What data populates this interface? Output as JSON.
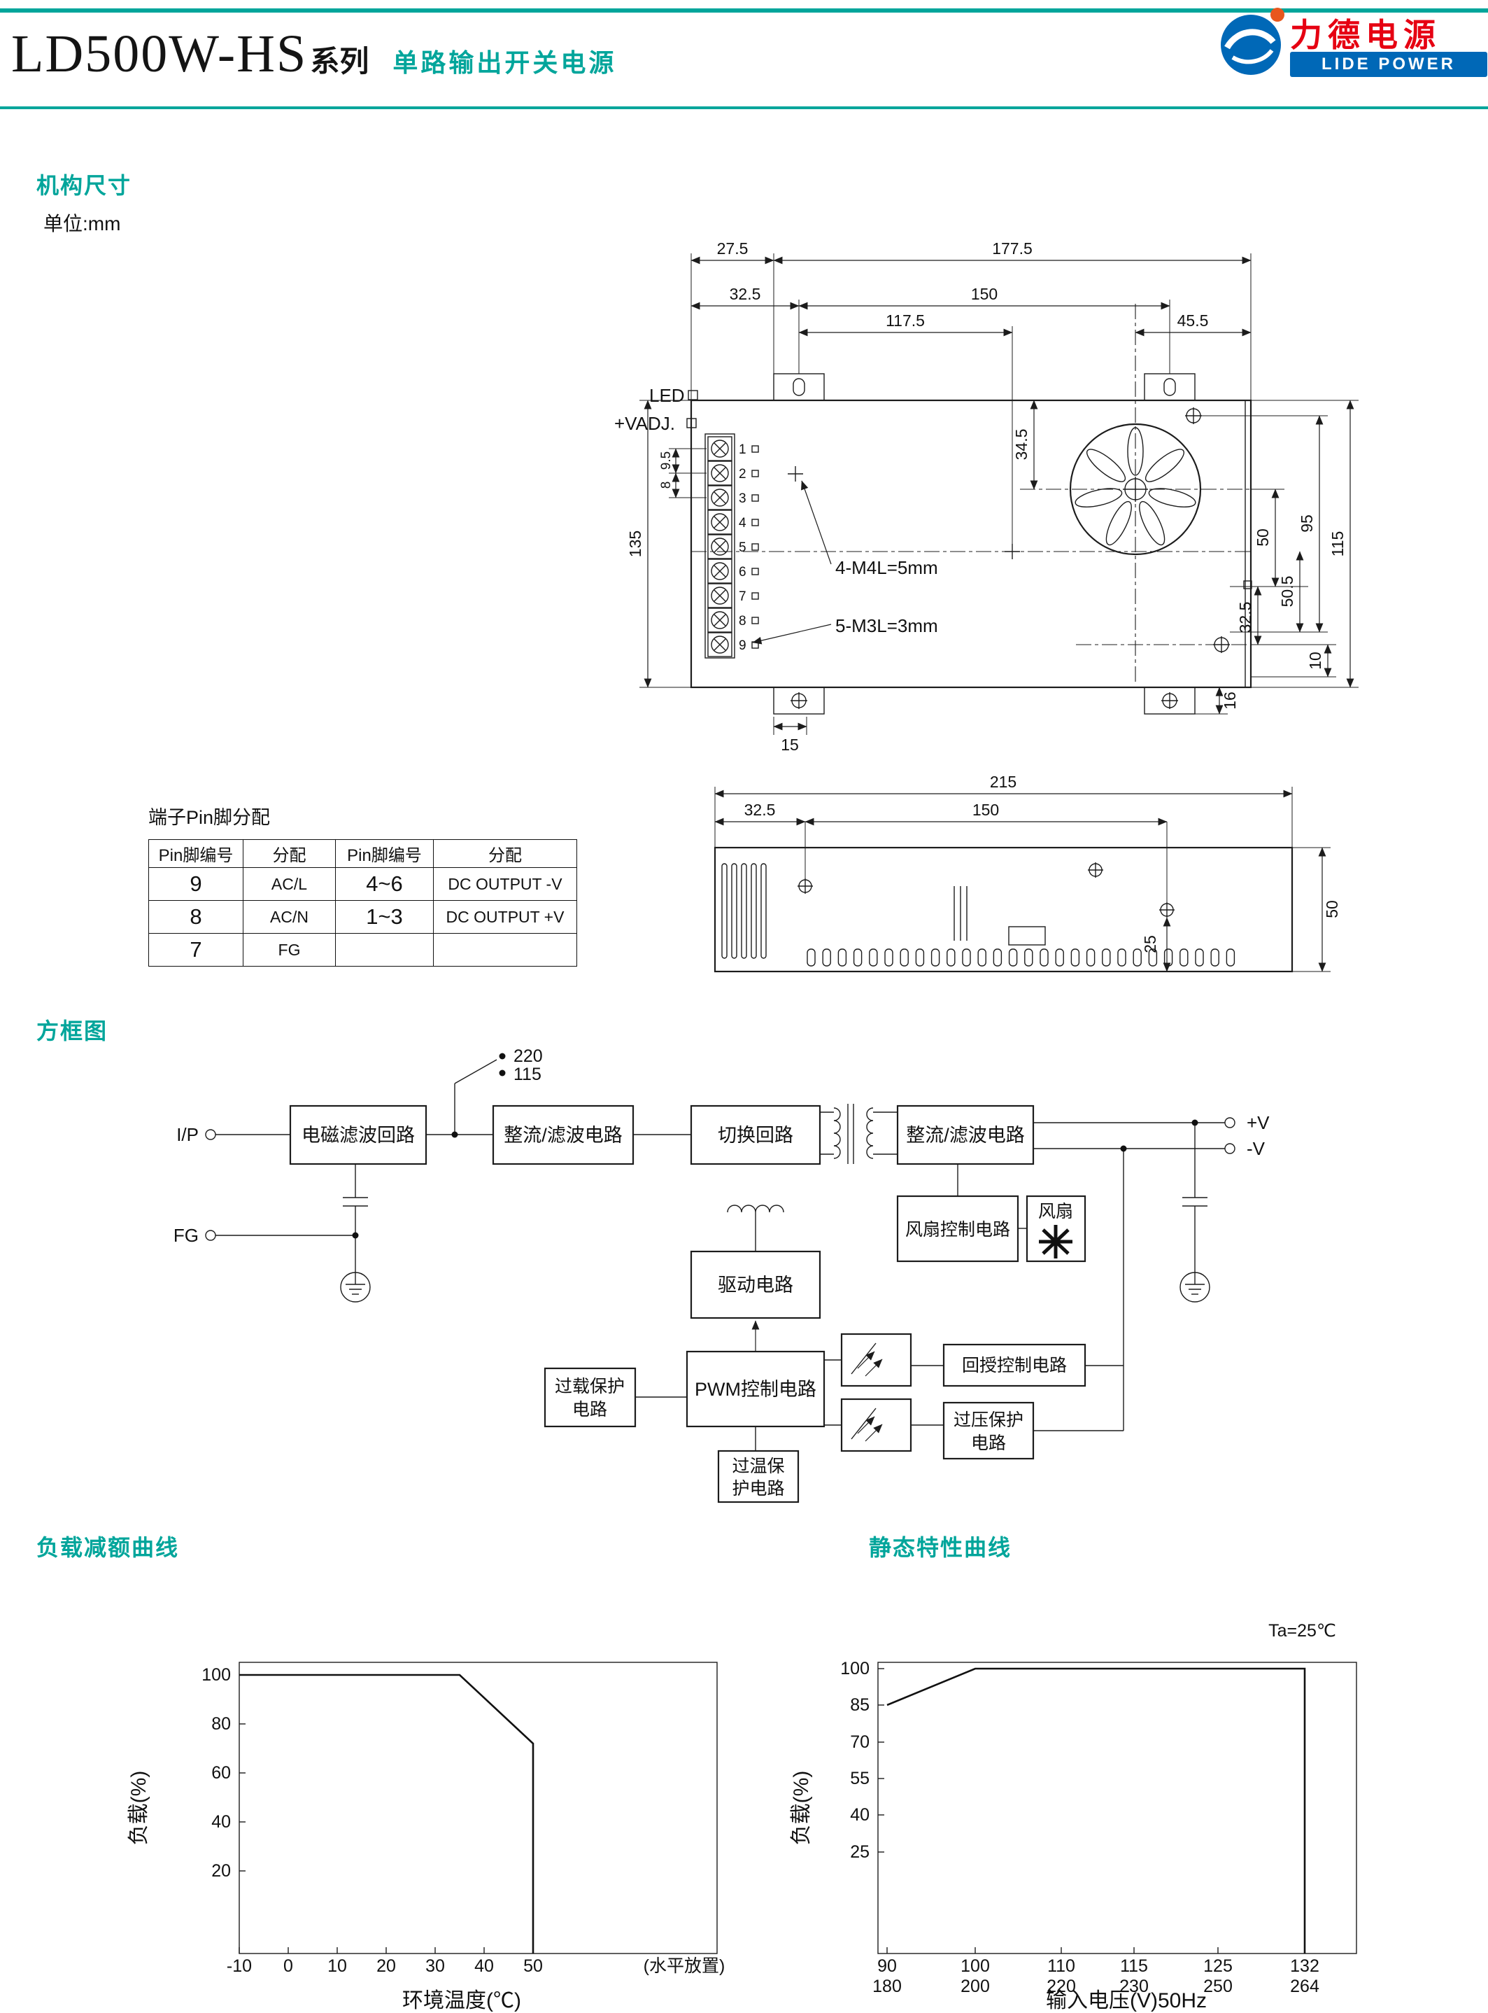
{
  "colors": {
    "teal": "#00A59B",
    "red": "#E60012",
    "blue": "#0068B7",
    "line": "#1c1c1c"
  },
  "header": {
    "model": "LD500W-HS",
    "series": "系列",
    "subtitle": "单路输出开关电源",
    "logo_cn": "力德电源",
    "logo_en": "LIDE POWER"
  },
  "mech": {
    "title": "机构尺寸",
    "unit": "单位:mm",
    "callouts": {
      "led": "LED",
      "vadj": "+VADJ.",
      "m4": "4-M4L=5mm",
      "m3": "5-M3L=3mm"
    },
    "terminals": [
      "1",
      "2",
      "3",
      "4",
      "5",
      "6",
      "7",
      "8",
      "9"
    ],
    "top_dims": {
      "d27_5": "27.5",
      "d177_5": "177.5",
      "d32_5": "32.5",
      "d150": "150",
      "d117_5": "117.5",
      "d45_5": "45.5"
    },
    "left_dims": {
      "d135": "135",
      "d9_5": "9.5",
      "d8": "8"
    },
    "right_dims": {
      "d34_5": "34.5",
      "d50": "50",
      "d95": "95",
      "d115": "115",
      "d50_5": "50.5",
      "d32_5sq": "32.5",
      "d10": "10",
      "d16": "16"
    },
    "bottom_dims": {
      "d15": "15"
    },
    "side": {
      "d215": "215",
      "d32_5": "32.5",
      "d150": "150",
      "d50": "50",
      "d25": "25"
    }
  },
  "pin_table": {
    "title": "端子Pin脚分配",
    "headers": [
      "Pin脚编号",
      "分配",
      "Pin脚编号",
      "分配"
    ],
    "rows": [
      [
        "9",
        "AC/L",
        "4~6",
        "DC OUTPUT -V"
      ],
      [
        "8",
        "AC/N",
        "1~3",
        "DC OUTPUT +V"
      ],
      [
        "7",
        "FG",
        "",
        ""
      ]
    ]
  },
  "block_diagram": {
    "title": "方框图",
    "labels": {
      "ip": "I/P",
      "fg": "FG",
      "v220": "220",
      "v115": "115",
      "vplus": "+V",
      "vminus": "-V"
    },
    "blocks": {
      "emi": "电磁滤波回路",
      "rect1": "整流/滤波电路",
      "switch": "切换回路",
      "rect2": "整流/滤波电路",
      "fan_ctrl": "风扇控制电路",
      "fan": "风扇",
      "drive": "驱动电路",
      "pwm": "PWM控制电路",
      "overload_l1": "过载保护",
      "overload_l2": "电路",
      "feedback": "回授控制电路",
      "ovp_l1": "过压保护",
      "ovp_l2": "电路",
      "otp_l1": "过温保",
      "otp_l2": "护电路"
    }
  },
  "charts": {
    "derating": {
      "title": "负载减额曲线",
      "ylabel": "负载(%)",
      "xlabel": "环境温度(℃)",
      "note": "(水平放置)"
    },
    "static": {
      "title": "静态特性曲线",
      "ylabel": "负载(%)",
      "xlabel": "输入电压(V)50Hz",
      "annotation": "Ta=25℃"
    }
  },
  "chart_data": [
    {
      "type": "line",
      "title": "负载减额曲线",
      "xlabel": "环境温度(℃)",
      "ylabel": "负载(%)",
      "note": "(水平放置)",
      "x_ticks": [
        -10,
        0,
        10,
        20,
        30,
        40,
        50
      ],
      "y_ticks": [
        20,
        40,
        60,
        80,
        100
      ],
      "points": [
        [
          -10,
          100
        ],
        [
          35,
          100
        ],
        [
          50,
          72
        ],
        [
          50,
          0
        ]
      ],
      "xlim": [
        -10,
        60
      ],
      "ylim": [
        0,
        110
      ],
      "grid": false,
      "legend": false
    },
    {
      "type": "line",
      "title": "静态特性曲线",
      "xlabel": "输入电压(V)50Hz",
      "ylabel": "负载(%)",
      "annotation": "Ta=25℃",
      "x_ticks": [
        90,
        100,
        110,
        115,
        125,
        132
      ],
      "x_ticks_row2": [
        180,
        200,
        220,
        230,
        250,
        264
      ],
      "y_ticks": [
        25,
        40,
        55,
        70,
        85,
        100
      ],
      "points": [
        [
          90,
          85
        ],
        [
          100,
          100
        ],
        [
          132,
          100
        ],
        [
          132,
          0
        ]
      ],
      "xlim": [
        90,
        140
      ],
      "ylim": [
        0,
        110
      ],
      "grid": false,
      "legend": false
    }
  ]
}
